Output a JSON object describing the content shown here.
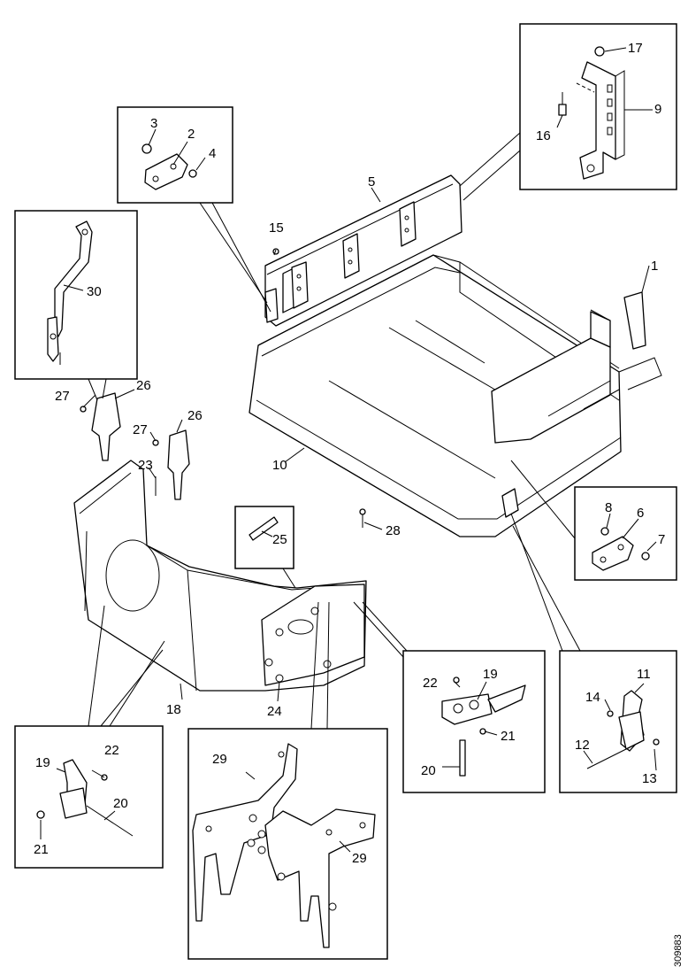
{
  "reference_number": "309883",
  "callouts": {
    "c1": "1",
    "c2": "2",
    "c3": "3",
    "c4": "4",
    "c5": "5",
    "c6": "6",
    "c7": "7",
    "c8": "8",
    "c9": "9",
    "c10": "10",
    "c11": "11",
    "c12": "12",
    "c13": "13",
    "c14": "14",
    "c15": "15",
    "c16": "16",
    "c17": "17",
    "c18": "18",
    "c19": "19",
    "c20": "20",
    "c21": "21",
    "c22": "22",
    "c23": "23",
    "c24": "24",
    "c25": "25",
    "c26": "26",
    "c27": "27",
    "c28": "28",
    "c29": "29",
    "c30": "30"
  },
  "colors": {
    "line": "#000000",
    "background": "#ffffff"
  }
}
